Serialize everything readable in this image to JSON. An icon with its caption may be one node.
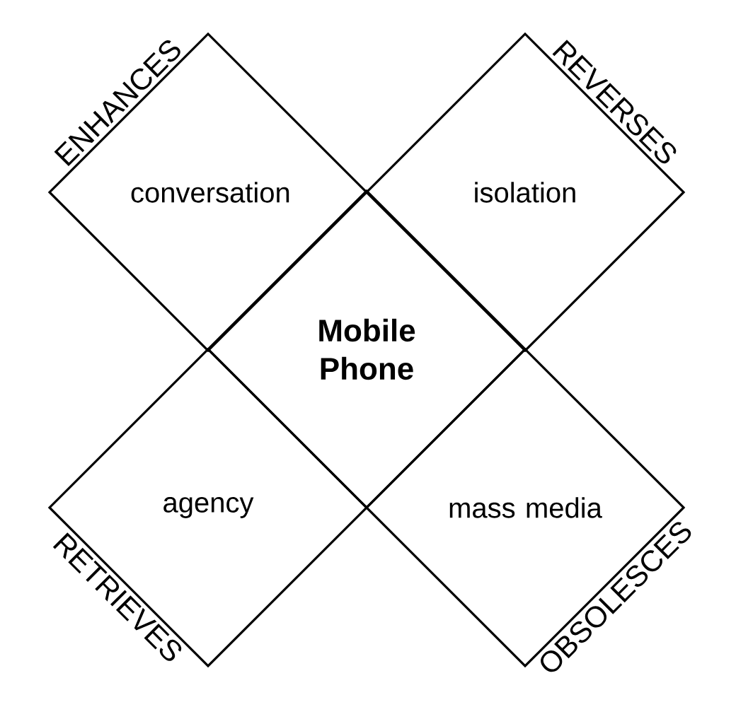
{
  "diagram": {
    "nodes": [
      {
        "text": [
          "ENHANCES",
          "conversation"
        ]
      },
      {
        "text": [
          "REVERSES",
          "isolation"
        ]
      },
      {
        "text": [
          "Mobile Phone"
        ]
      },
      {
        "text": [
          "RETRIEVES",
          "agency"
        ]
      },
      {
        "text": [
          "OBSOLESCES",
          "mass media"
        ]
      }
    ]
  }
}
